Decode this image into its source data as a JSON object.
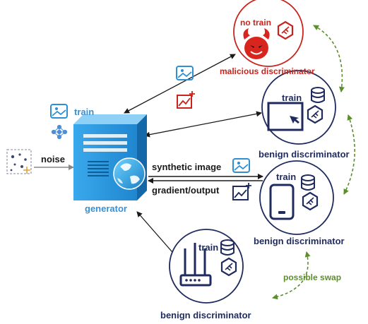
{
  "labels": {
    "train_generator": "train",
    "noise": "noise",
    "generator": "generator",
    "synthetic_image": "synthetic image",
    "gradient_output": "gradient/output",
    "no_train": "no train",
    "malicious_discriminator": "malicious discriminator",
    "train_monitor": "train",
    "benign_discriminator_monitor": "benign discriminator",
    "train_tablet": "train",
    "benign_discriminator_tablet": "benign discriminator",
    "train_router": "train",
    "benign_discriminator_router": "benign discriminator",
    "possible_swap": "possible swap"
  },
  "colors": {
    "dark_navy": "#1f2b5e",
    "accent_blue": "#3a8fd0",
    "malicious_red": "#c8241d",
    "swap_green": "#5b8f2a",
    "server_blue": "#2d9be0"
  },
  "icons": [
    "noise-scatter-icon",
    "image-icon",
    "neural-net-icon",
    "server-icon",
    "globe-icon",
    "devil-icon",
    "database-icon",
    "model-hexagon-icon",
    "monitor-icon",
    "tablet-icon",
    "router-icon"
  ]
}
